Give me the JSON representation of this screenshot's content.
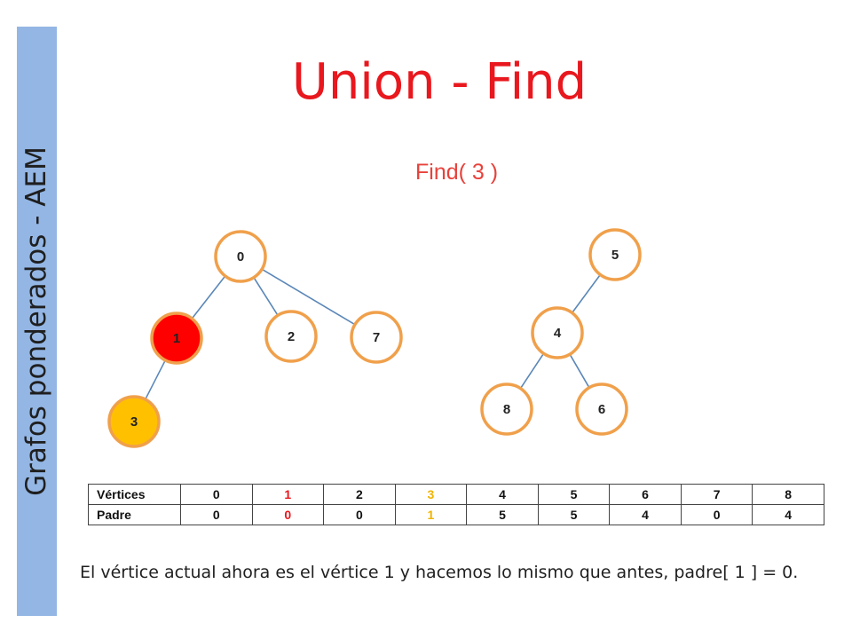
{
  "sidebar": {
    "title": "Grafos ponderados - AEM"
  },
  "slide": {
    "title": "Union - Find",
    "subtitle": "Find( 3 )",
    "caption": "El vértice actual ahora es el vértice 1 y hacemos lo mismo que antes, padre[ 1 ] = 0."
  },
  "graph": {
    "nodes": [
      {
        "label": "0",
        "state": "normal"
      },
      {
        "label": "1",
        "state": "current"
      },
      {
        "label": "2",
        "state": "normal"
      },
      {
        "label": "7",
        "state": "normal"
      },
      {
        "label": "3",
        "state": "start"
      },
      {
        "label": "5",
        "state": "normal"
      },
      {
        "label": "4",
        "state": "normal"
      },
      {
        "label": "8",
        "state": "normal"
      },
      {
        "label": "6",
        "state": "normal"
      }
    ],
    "colors": {
      "node_fill": "#ffffff",
      "node_stroke": "#f0a04b",
      "current_fill": "#ff0000",
      "start_fill": "#ffc000",
      "edge": "#5b87b8"
    }
  },
  "table": {
    "rows": [
      {
        "header": "Vértices",
        "cells": [
          {
            "v": "0"
          },
          {
            "v": "1",
            "c": "red"
          },
          {
            "v": "2"
          },
          {
            "v": "3",
            "c": "yel"
          },
          {
            "v": "4"
          },
          {
            "v": "5"
          },
          {
            "v": "6"
          },
          {
            "v": "7"
          },
          {
            "v": "8"
          }
        ]
      },
      {
        "header": "Padre",
        "cells": [
          {
            "v": "0"
          },
          {
            "v": "0",
            "c": "red"
          },
          {
            "v": "0"
          },
          {
            "v": "1",
            "c": "yel"
          },
          {
            "v": "5"
          },
          {
            "v": "5"
          },
          {
            "v": "4"
          },
          {
            "v": "0"
          },
          {
            "v": "4"
          }
        ]
      }
    ]
  }
}
